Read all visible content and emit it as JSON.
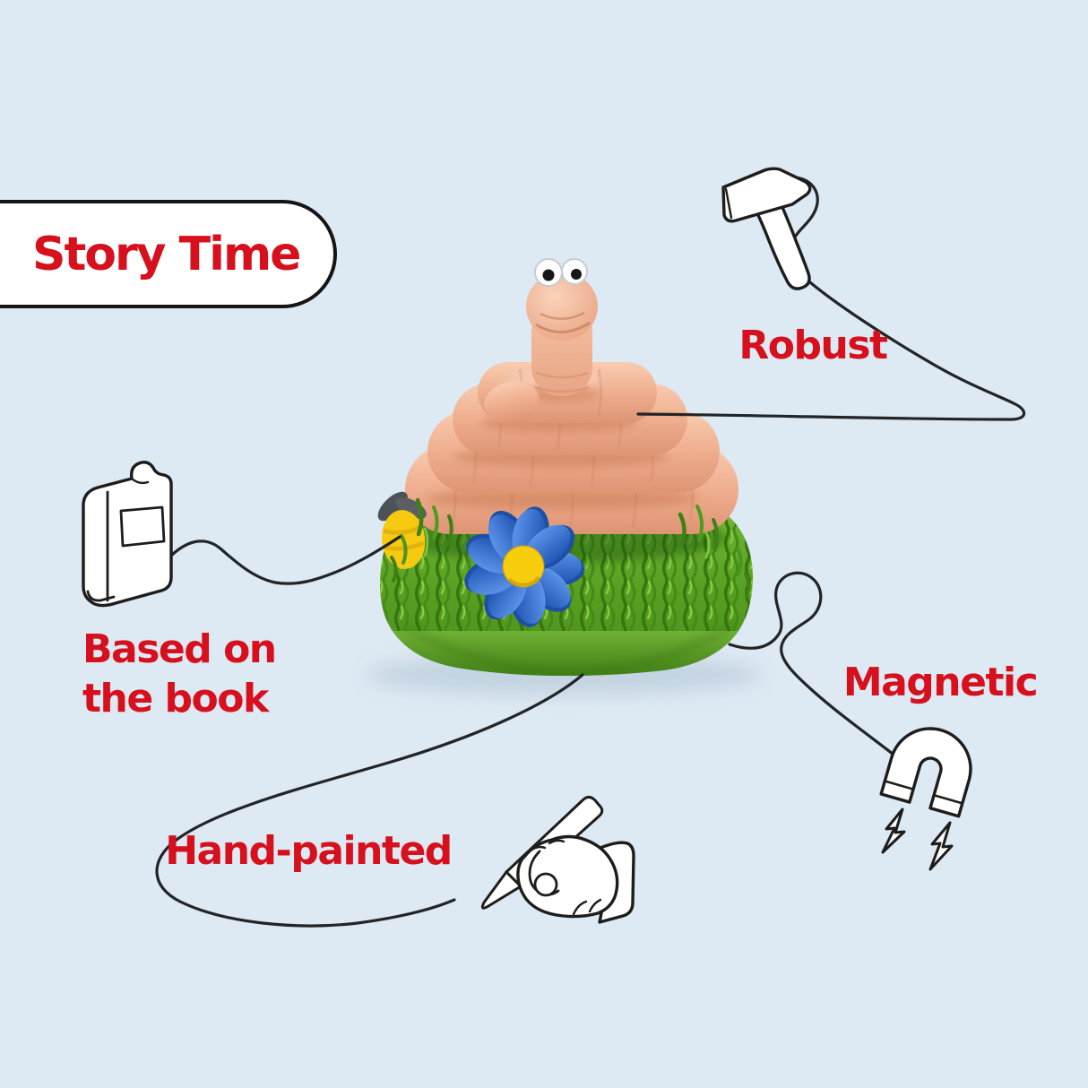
{
  "badge": {
    "label": "Story Time"
  },
  "features": [
    {
      "id": "robust",
      "label": "Robust",
      "icon": "hammer-icon"
    },
    {
      "id": "based-on-the-book",
      "label_line1": "Based on",
      "label_line2": "the book",
      "icon": "book-icon"
    },
    {
      "id": "magnetic",
      "label": "Magnetic",
      "icon": "magnet-icon"
    },
    {
      "id": "hand-painted",
      "label": "Hand-painted",
      "icon": "paintbrush-hand-icon"
    }
  ],
  "figurine": {
    "name": "worm-character-on-grass-mound"
  },
  "colors": {
    "background": "#dde9f3",
    "accent_red": "#d6101d",
    "badge_bg": "#ffffff",
    "outline_dark": "#1d1d1b",
    "worm_peach": "#f0b294",
    "grass_green": "#5ea226",
    "flower_blue": "#2f6fd0",
    "flower_center_yellow": "#f7cd0e",
    "bee_yellow": "#f7ca12"
  }
}
